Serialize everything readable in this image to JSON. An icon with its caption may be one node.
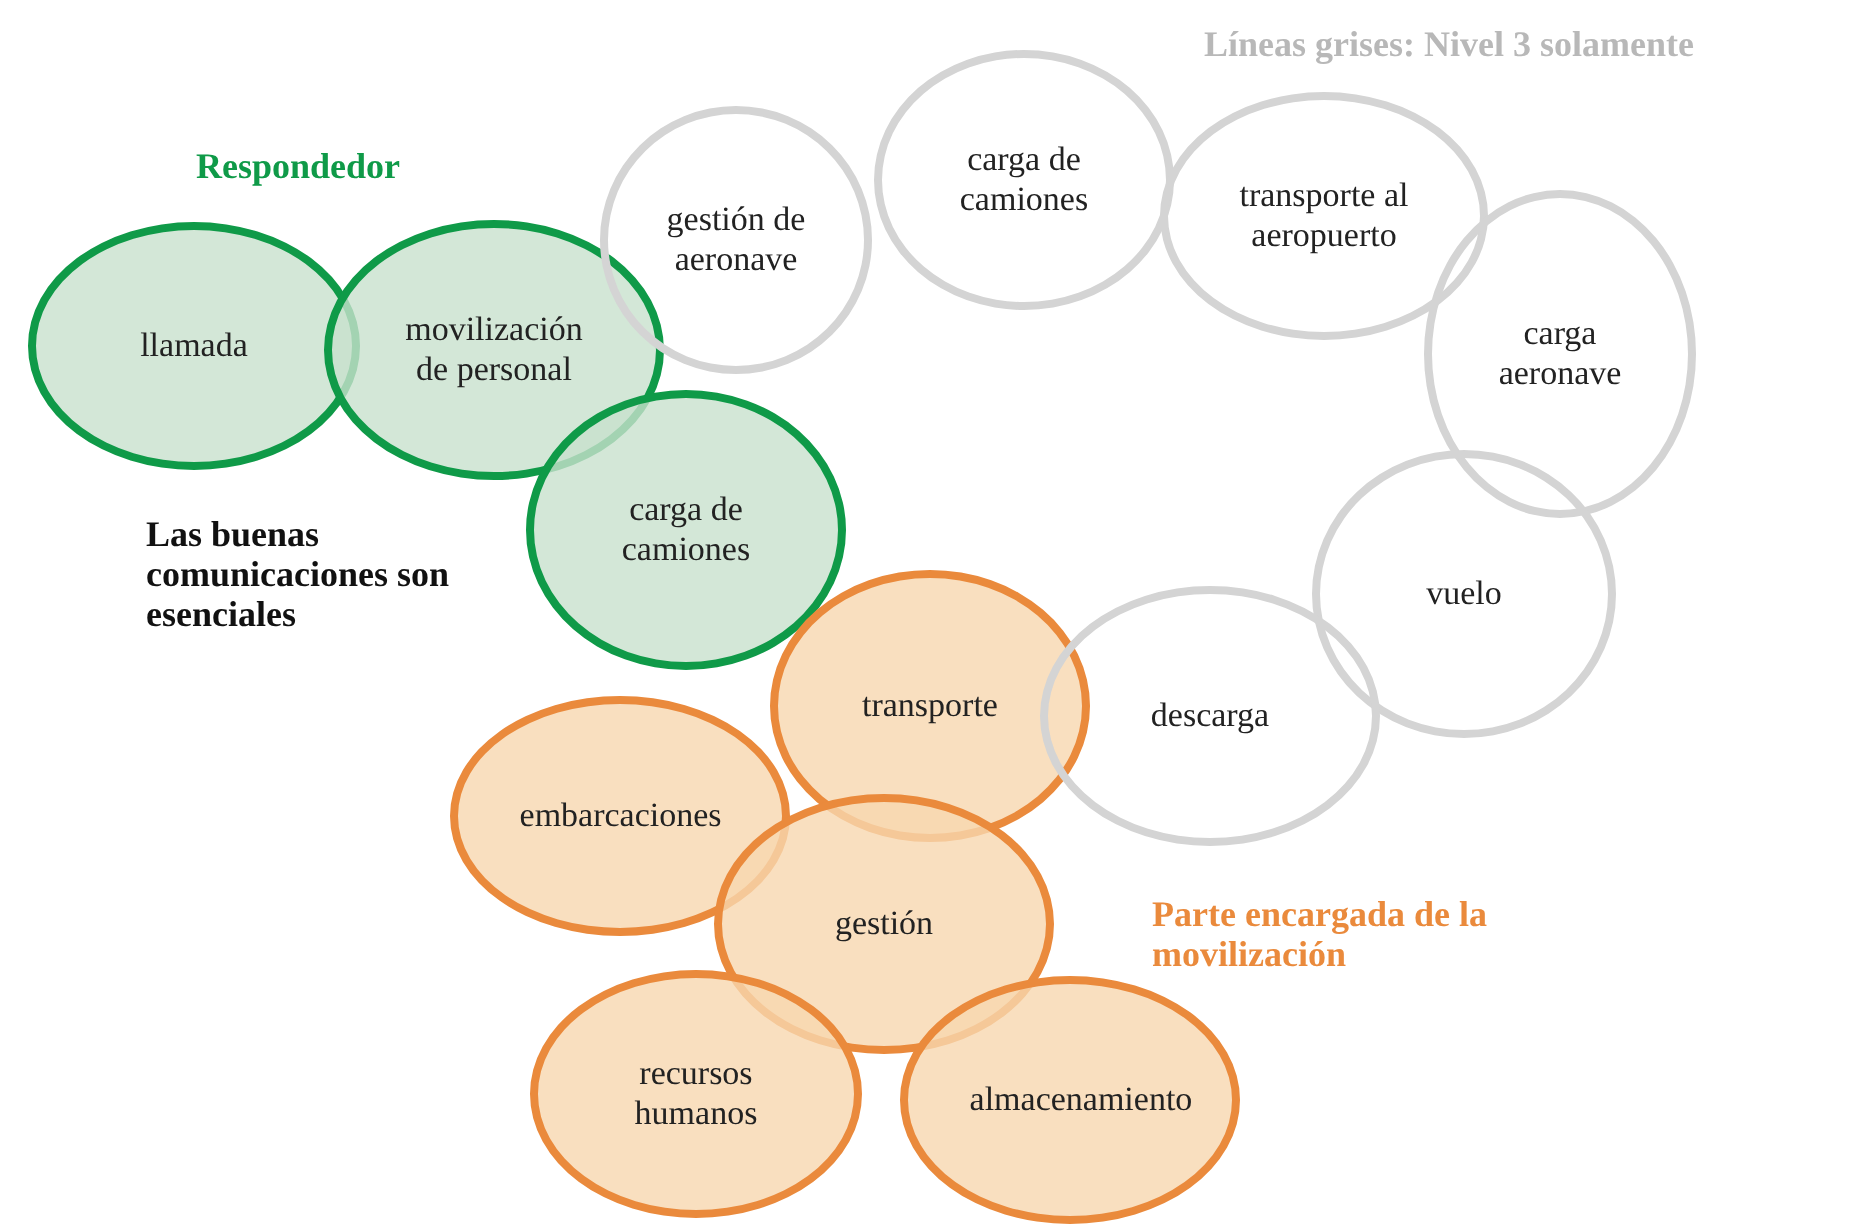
{
  "diagram": {
    "nodes": [
      {
        "text": [
          "llamada"
        ]
      },
      {
        "text": [
          "movilización de personal"
        ]
      },
      {
        "text": [
          "carga de camiones"
        ]
      },
      {
        "text": [
          "gestión de aeronave"
        ]
      },
      {
        "text": [
          "carga de camiones"
        ]
      },
      {
        "text": [
          "transporte al aeropuerto"
        ]
      },
      {
        "text": [
          "carga aeronave"
        ]
      },
      {
        "text": [
          "vuelo"
        ]
      },
      {
        "text": [
          "descarga"
        ]
      },
      {
        "text": [
          "transporte"
        ]
      },
      {
        "text": [
          "embarcaciones"
        ]
      },
      {
        "text": [
          "gestión"
        ]
      },
      {
        "text": [
          "recursos humanos"
        ]
      },
      {
        "text": [
          "almacenamiento"
        ]
      }
    ],
    "edges": [],
    "labels": [
      "Líneas grises: Nivel 3 solamente",
      "Respondedor",
      "Las buenas comunicaciones son esenciales",
      "Parte encargada de la movilización"
    ]
  }
}
